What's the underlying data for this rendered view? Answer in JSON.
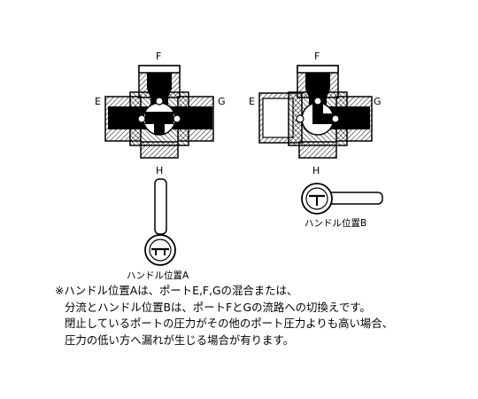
{
  "labels": {
    "left_f": "F",
    "left_e": "E",
    "left_g": "G",
    "left_h": "H",
    "right_f": "F",
    "right_e": "E",
    "right_g": "G",
    "right_h": "H"
  },
  "captions": {
    "handle_a": "ハンドル位置A",
    "handle_b": "ハンドル位置B"
  },
  "note_lines": [
    "※ハンドル位置Aは、ポートE,F,Gの混合または、",
    "分流とハンドル位置Bは、ポートFとGの流路への切換えです。",
    "閉止しているポートの圧力がその他のポート圧力よりも高い場合、",
    "圧力の低い方へ漏れが生じる場合が有ります。"
  ]
}
